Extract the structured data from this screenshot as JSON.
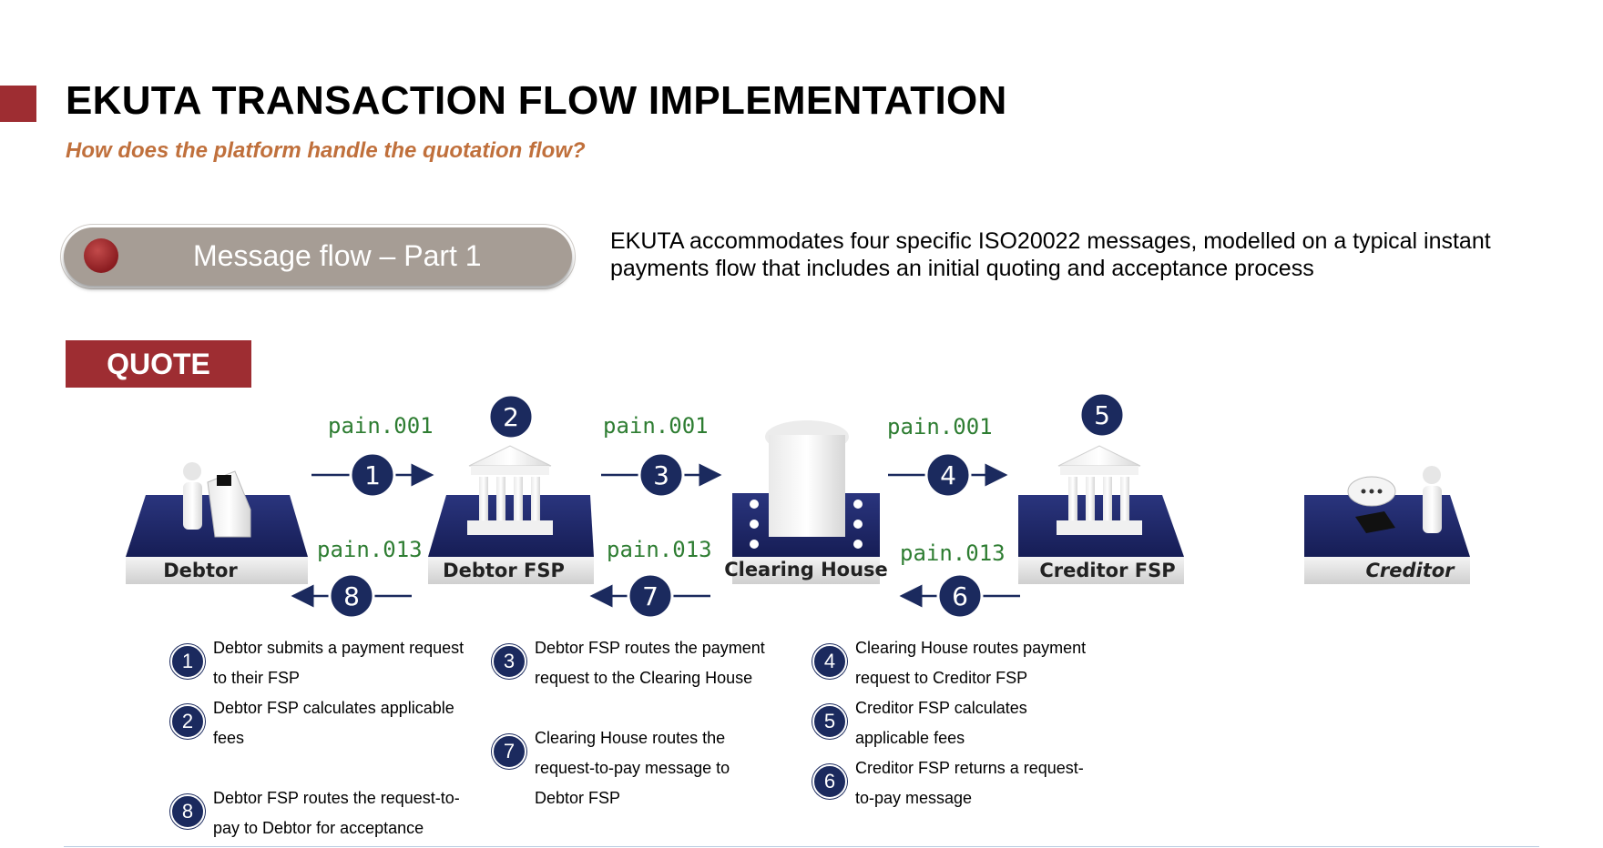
{
  "header": {
    "title": "EKUTA TRANSACTION FLOW IMPLEMENTATION",
    "subtitle": "How does the platform handle the quotation flow?"
  },
  "section": {
    "pill_label": "Message flow – Part 1",
    "intro_text": "EKUTA accommodates four specific ISO20022 messages, modelled on a typical instant payments flow that includes an initial quoting and acceptance process",
    "tag": "QUOTE"
  },
  "nodes": {
    "debtor": "Debtor",
    "debtor_fsp": "Debtor FSP",
    "clearing_house": "Clearing House",
    "creditor_fsp": "Creditor FSP",
    "creditor": "Creditor"
  },
  "messages": {
    "m1": "pain.001",
    "m3": "pain.001",
    "m4": "pain.001",
    "m8": "pain.013",
    "m7": "pain.013",
    "m6": "pain.013"
  },
  "badges": {
    "b1": "1",
    "b2": "2",
    "b3": "3",
    "b4": "4",
    "b5": "5",
    "b6": "6",
    "b7": "7",
    "b8": "8"
  },
  "steps": {
    "s1": {
      "num": "1",
      "text": "Debtor submits a payment request to their FSP"
    },
    "s2": {
      "num": "2",
      "text": "Debtor FSP calculates applicable fees"
    },
    "s8": {
      "num": "8",
      "text": "Debtor FSP routes the request-to-pay to Debtor for acceptance"
    },
    "s3": {
      "num": "3",
      "text": "Debtor FSP routes the payment request to the Clearing House"
    },
    "s7": {
      "num": "7",
      "text": "Clearing House routes the request-to-pay message to Debtor FSP"
    },
    "s4": {
      "num": "4",
      "text": "Clearing House routes payment request to Creditor FSP"
    },
    "s5": {
      "num": "5",
      "text": "Creditor FSP calculates applicable fees"
    },
    "s6": {
      "num": "6",
      "text": "Creditor FSP returns a request-to-pay message"
    }
  },
  "colors": {
    "accent": "#9e2d32",
    "subtitle": "#c0703c",
    "navy": "#1b2a5e",
    "message_green": "#2e7d32",
    "pill": "#a69d95"
  }
}
